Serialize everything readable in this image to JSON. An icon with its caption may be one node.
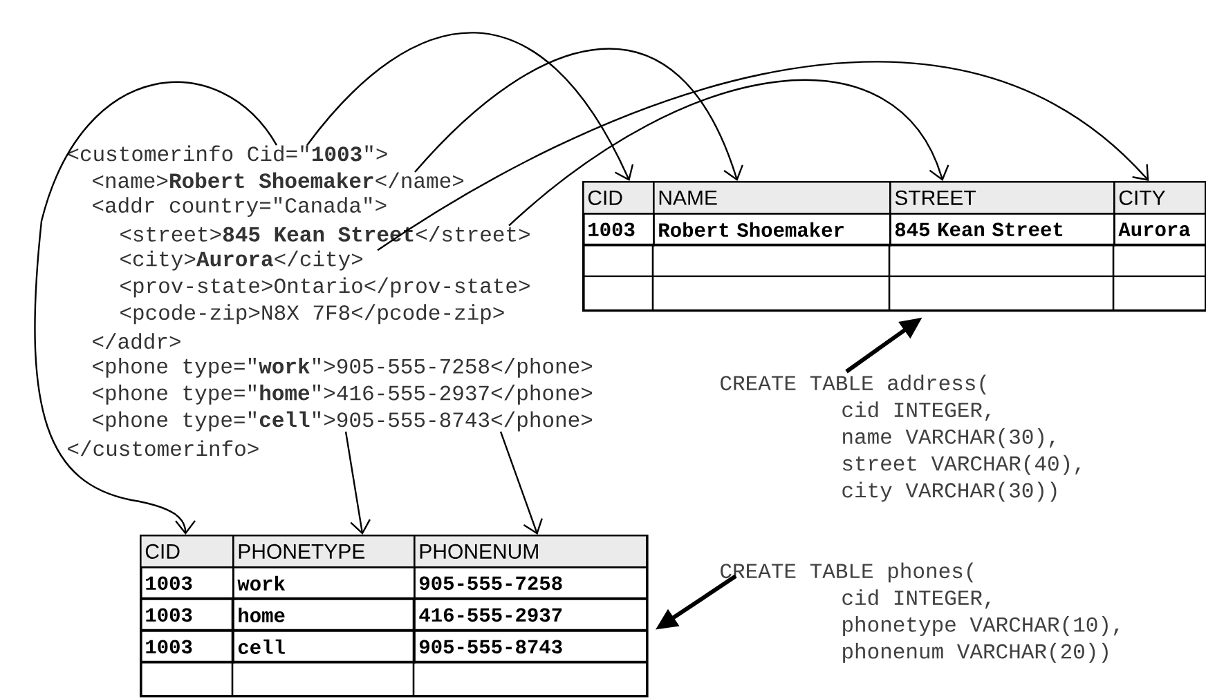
{
  "diagram": {
    "nodes": [
      {
        "text": [
          "<customerinfo Cid=\"**1003**\">"
        ]
      },
      {
        "text": [
          "<name>**Robert Shoemaker**</name>"
        ]
      },
      {
        "text": [
          "<addr country=\"Canada\">"
        ]
      },
      {
        "text": [
          "<street>**845 Kean Street**</street>"
        ]
      },
      {
        "text": [
          "<city>**Aurora**</city>"
        ]
      },
      {
        "text": [
          "<prov-state>Ontario</prov-state>"
        ]
      },
      {
        "text": [
          "<pcode-zip>N8X 7F8</pcode-zip>"
        ]
      },
      {
        "text": [
          "</addr>"
        ]
      },
      {
        "text": [
          "<phone type=\"**work**\">905-555-7258</phone>"
        ]
      },
      {
        "text": [
          "<phone type=\"**home**\">416-555-2937</phone>"
        ]
      },
      {
        "text": [
          "<phone type=\"**cell**\">905-555-8743</phone>"
        ]
      },
      {
        "text": [
          "</customerinfo>"
        ]
      },
      {
        "text": [],
        "shape": "box"
      },
      {
        "text": [
          "CID"
        ],
        "in": 12
      },
      {
        "text": [
          "NAME"
        ],
        "in": 12
      },
      {
        "text": [
          "STREET"
        ],
        "in": 12
      },
      {
        "text": [
          "CITY"
        ],
        "in": 12
      },
      {
        "text": [
          "1003"
        ],
        "in": 12
      },
      {
        "text": [
          "Robert Shoemaker"
        ],
        "in": 12
      },
      {
        "text": [
          "845 Kean Street"
        ],
        "in": 12
      },
      {
        "text": [
          "Aurora"
        ],
        "in": 12
      },
      {
        "text": [
          "CREATE TABLE address(",
          "cid INTEGER,",
          "name VARCHAR(30),",
          "street VARCHAR(40),",
          "city VARCHAR(30))"
        ]
      },
      {
        "text": [],
        "shape": "box"
      },
      {
        "text": [
          "CID"
        ],
        "in": 22
      },
      {
        "text": [
          "PHONETYPE"
        ],
        "in": 22
      },
      {
        "text": [
          "PHONENUM"
        ],
        "in": 22
      },
      {
        "text": [
          "1003"
        ],
        "in": 22
      },
      {
        "text": [
          "work"
        ],
        "in": 22
      },
      {
        "text": [
          "905-555-7258"
        ],
        "in": 22
      },
      {
        "text": [
          "1003"
        ],
        "in": 22
      },
      {
        "text": [
          "home"
        ],
        "in": 22
      },
      {
        "text": [
          "416-555-2937"
        ],
        "in": 22
      },
      {
        "text": [
          "1003"
        ],
        "in": 22
      },
      {
        "text": [
          "cell"
        ],
        "in": 22
      },
      {
        "text": [
          "905-555-8743"
        ],
        "in": 22
      },
      {
        "text": [
          "CREATE TABLE phones(",
          "cid INTEGER,",
          "phonetype VARCHAR(10),",
          "phonenum VARCHAR(20))"
        ]
      }
    ],
    "edges": [
      {
        "from": 0,
        "to": 13,
        "arrow": "to"
      },
      {
        "from": 0,
        "to": 23,
        "arrow": "to"
      },
      {
        "from": 1,
        "to": 14,
        "arrow": "to"
      },
      {
        "from": 3,
        "to": 15,
        "arrow": "to"
      },
      {
        "from": 4,
        "to": 16,
        "arrow": "to"
      },
      {
        "from": 10,
        "to": 24,
        "arrow": "to"
      },
      {
        "from": 10,
        "to": 25,
        "arrow": "to"
      },
      {
        "from": 21,
        "to": 12,
        "arrow": "to",
        "style": "thick"
      },
      {
        "from": 35,
        "to": 22,
        "arrow": "to",
        "style": "thick"
      }
    ]
  }
}
